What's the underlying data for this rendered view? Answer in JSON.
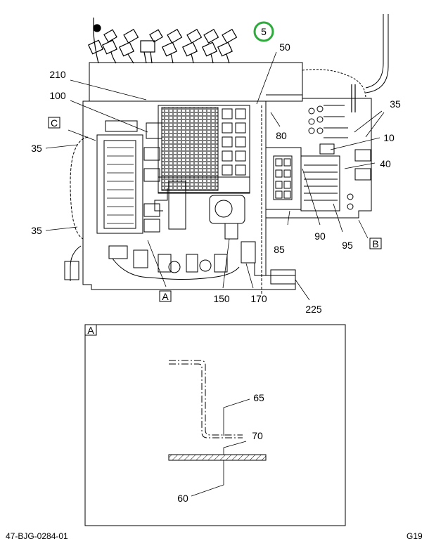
{
  "callouts": {
    "c5": "5",
    "c50": "50",
    "c210": "210",
    "c100": "100",
    "c35a": "35",
    "c35b": "35",
    "c35c": "35",
    "c10": "10",
    "c40": "40",
    "c80": "80",
    "c85": "85",
    "c90": "90",
    "c95": "95",
    "c150": "150",
    "c170": "170",
    "c225": "225"
  },
  "view_labels": {
    "A_main": "A",
    "B": "B",
    "C": "C",
    "A_detail": "A"
  },
  "detail": {
    "c65": "65",
    "c70": "70",
    "c60": "60"
  },
  "footer": {
    "doc_number": "47-BJG-0284-01",
    "page_code": "G19"
  },
  "colors": {
    "line": "#000000",
    "highlight_circle": "#2eaa3c",
    "background": "#ffffff"
  }
}
